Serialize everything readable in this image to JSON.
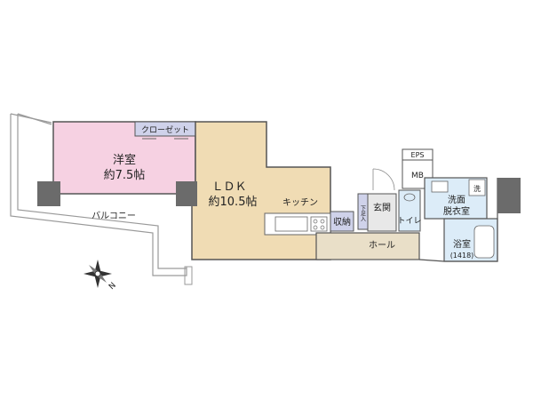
{
  "rooms": {
    "western_room": {
      "name": "洋室",
      "size": "約7.5帖"
    },
    "closet": {
      "name": "クローゼット"
    },
    "ldk": {
      "name": "ＬＤＫ",
      "size": "約10.5帖"
    },
    "kitchen": {
      "name": "キッチン"
    },
    "storage": {
      "name": "収納"
    },
    "shoe_box": {
      "name": "下足入"
    },
    "entrance": {
      "name": "玄関"
    },
    "hall": {
      "name": "ホール"
    },
    "toilet": {
      "name": "トイレ"
    },
    "washroom": {
      "name": "洗面\n脱衣室"
    },
    "washroom_line1": "洗面",
    "washroom_line2": "脱衣室",
    "washer": {
      "name": "洗"
    },
    "bathroom": {
      "name": "浴室",
      "size": "(1418)"
    },
    "balcony": {
      "name": "バルコニー"
    },
    "eps": {
      "name": "EPS"
    },
    "mb": {
      "name": "MB"
    }
  },
  "compass": {
    "label": "N"
  },
  "colors": {
    "western_room": "#f6d1e2",
    "ldk": "#f0dcb4",
    "hall": "#e9dfc8",
    "closet": "#cfd2ea",
    "wet_area": "#dcecf8",
    "column": "#6b6b6b",
    "wall": "#9a9a9a"
  }
}
